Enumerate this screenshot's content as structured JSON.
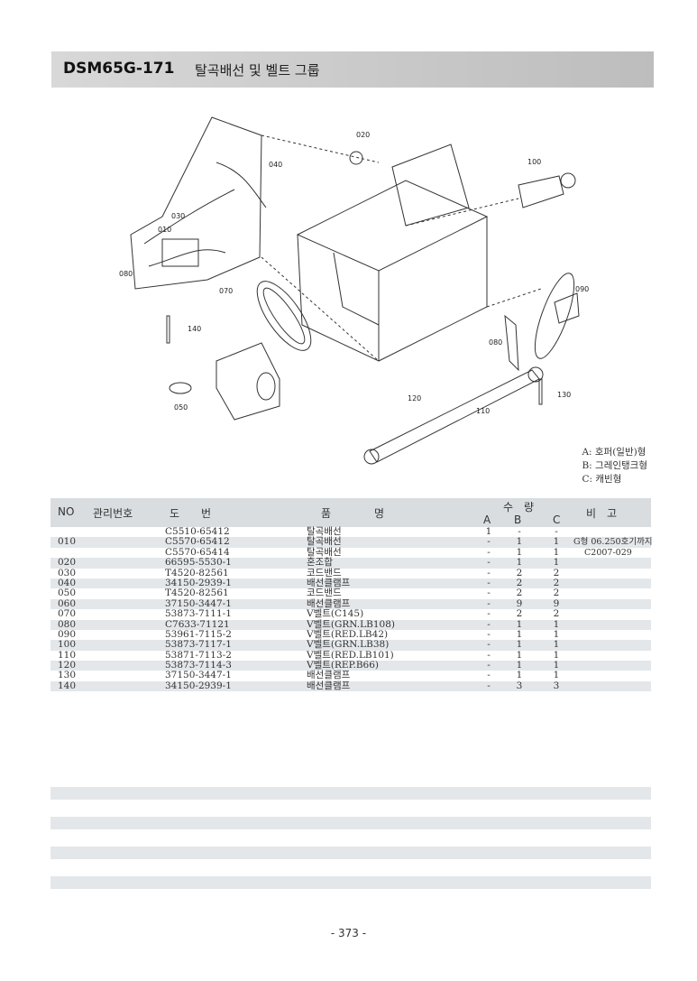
{
  "header": {
    "code": "DSM65G-171",
    "title": "탈곡배선 및 벨트 그룹"
  },
  "diagram": {
    "callouts": [
      "020",
      "040",
      "100",
      "030",
      "010",
      "080",
      "070",
      "090",
      "140",
      "080",
      "050",
      "120",
      "110",
      "130"
    ]
  },
  "legend": [
    "A: 호퍼(일반)형",
    "B: 그레인탱크형",
    "C: 캐빈형"
  ],
  "table": {
    "headers": {
      "no": "NO",
      "mgmt": "관리번호",
      "drawing": "도　　번",
      "name": "품　　　　명",
      "qty": "수　량",
      "qa": "A",
      "qb": "B",
      "qc": "C",
      "remarks": "비　고"
    },
    "rows": [
      {
        "no": "",
        "part": "C5510-65412",
        "name": "탈곡배선",
        "a": "1",
        "b": "-",
        "c": "-",
        "remarks": ""
      },
      {
        "no": "010",
        "part": "C5570-65412",
        "name": "탈곡배선",
        "a": "-",
        "b": "1",
        "c": "1",
        "remarks": "G형 06.250호기까지"
      },
      {
        "no": "",
        "part": "C5570-65414",
        "name": "탈곡배선",
        "a": "-",
        "b": "1",
        "c": "1",
        "remarks": "C2007-029"
      },
      {
        "no": "020",
        "part": "66595-5530-1",
        "name": "혼조합",
        "a": "-",
        "b": "1",
        "c": "1",
        "remarks": ""
      },
      {
        "no": "030",
        "part": "T4520-82561",
        "name": "코드밴드",
        "a": "-",
        "b": "2",
        "c": "2",
        "remarks": ""
      },
      {
        "no": "040",
        "part": "34150-2939-1",
        "name": "배선클램프",
        "a": "-",
        "b": "2",
        "c": "2",
        "remarks": ""
      },
      {
        "no": "050",
        "part": "T4520-82561",
        "name": "코드밴드",
        "a": "-",
        "b": "2",
        "c": "2",
        "remarks": ""
      },
      {
        "no": "060",
        "part": "37150-3447-1",
        "name": "배선클램프",
        "a": "-",
        "b": "9",
        "c": "9",
        "remarks": ""
      },
      {
        "no": "070",
        "part": "53873-7111-1",
        "name": "V벨트(C145)",
        "a": "-",
        "b": "2",
        "c": "2",
        "remarks": ""
      },
      {
        "no": "080",
        "part": "C7633-71121",
        "name": "V벨트(GRN.LB108)",
        "a": "-",
        "b": "1",
        "c": "1",
        "remarks": ""
      },
      {
        "no": "090",
        "part": "53961-7115-2",
        "name": "V벨트(RED.LB42)",
        "a": "-",
        "b": "1",
        "c": "1",
        "remarks": ""
      },
      {
        "no": "100",
        "part": "53873-7117-1",
        "name": "V벨트(GRN.LB38)",
        "a": "-",
        "b": "1",
        "c": "1",
        "remarks": ""
      },
      {
        "no": "110",
        "part": "53871-7113-2",
        "name": "V벨트(RED.LB101)",
        "a": "-",
        "b": "1",
        "c": "1",
        "remarks": ""
      },
      {
        "no": "120",
        "part": "53873-7114-3",
        "name": "V벨트(REP.B66)",
        "a": "-",
        "b": "1",
        "c": "1",
        "remarks": ""
      },
      {
        "no": "130",
        "part": "37150-3447-1",
        "name": "배선클램프",
        "a": "-",
        "b": "1",
        "c": "1",
        "remarks": ""
      },
      {
        "no": "140",
        "part": "34150-2939-1",
        "name": "배선클램프",
        "a": "-",
        "b": "3",
        "c": "3",
        "remarks": ""
      }
    ]
  },
  "page_number": "- 373 -"
}
